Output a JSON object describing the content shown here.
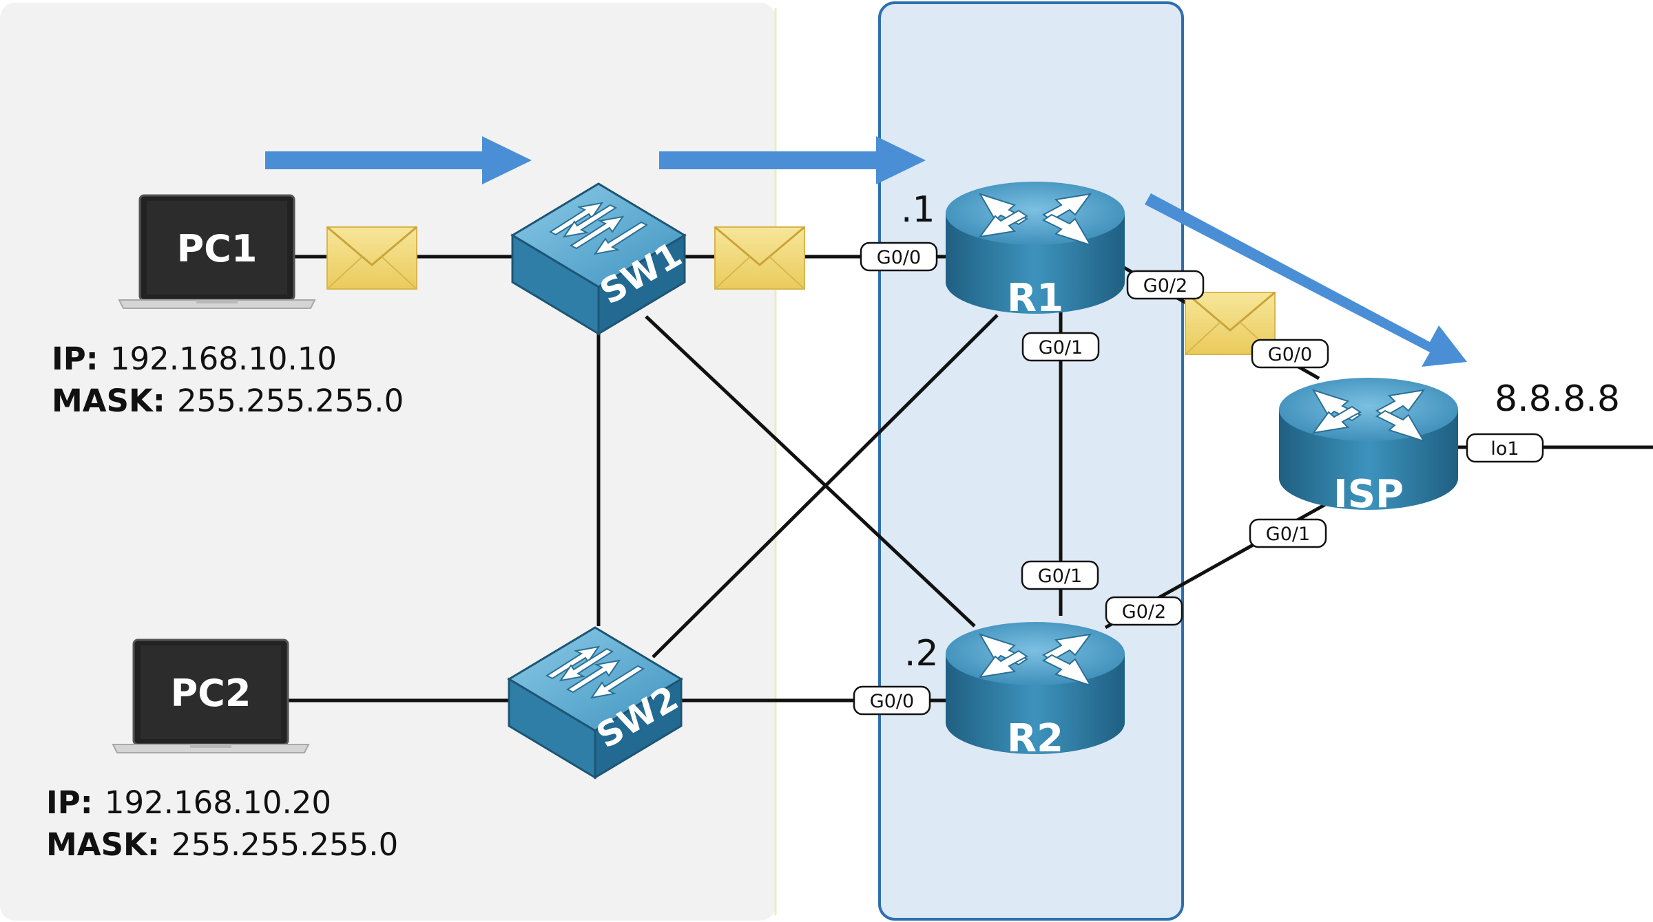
{
  "devices": {
    "pc1": "PC1",
    "pc2": "PC2",
    "sw1": "SW1",
    "sw2": "SW2",
    "r1": "R1",
    "r2": "R2",
    "isp": "ISP"
  },
  "hosts": {
    "pc1": {
      "ip_label": "IP:",
      "ip": "192.168.10.10",
      "mask_label": "MASK:",
      "mask": "255.255.255.0"
    },
    "pc2": {
      "ip_label": "IP:",
      "ip": "192.168.10.20",
      "mask_label": "MASK:",
      "mask": "255.255.255.0"
    }
  },
  "gateways": {
    "r1": ".1",
    "r2": ".2"
  },
  "ports": {
    "r1_g00": "G0/0",
    "r1_g02": "G0/2",
    "r1_g01": "G0/1",
    "r2_g01": "G0/1",
    "r2_g02": "G0/2",
    "r2_g00": "G0/0",
    "isp_g00": "G0/0",
    "isp_g01": "G0/1",
    "isp_lo1": "lo1"
  },
  "destination": "8.8.8.8",
  "colors": {
    "lan_zone": "#f2f2f2",
    "router_zone": "#dde9f5",
    "router_zone_border": "#2e6fb0",
    "flow_arrow": "#4a8fd6",
    "device_blue": "#3b8fb8",
    "envelope": "#f2dd80",
    "link": "#111111"
  }
}
